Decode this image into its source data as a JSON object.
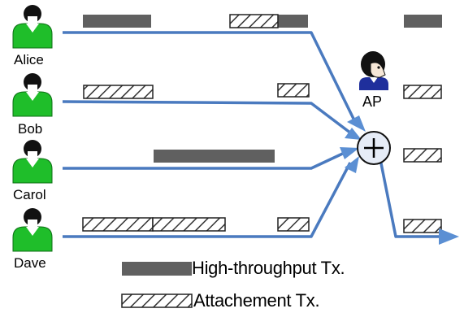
{
  "colors": {
    "arrow": "#4a7abf",
    "arrow_head": "#5b8fd3",
    "high_throughput": "#606060",
    "person_body": "#1fbe2a",
    "person_head": "#111111",
    "ap_body": "#1f2f9c",
    "combiner_fill": "#e6ecf7"
  },
  "icons": {
    "user": "person-icon",
    "access_point": "ap-person-icon",
    "combiner": "plus-circle-icon"
  },
  "users": [
    {
      "name": "Alice"
    },
    {
      "name": "Bob"
    },
    {
      "name": "Carol"
    },
    {
      "name": "Dave"
    }
  ],
  "access_point": {
    "label": "AP"
  },
  "combiner_symbol": "+",
  "legend": {
    "high_throughput": "High-throughput Tx.",
    "attachment": "Attachement Tx."
  }
}
